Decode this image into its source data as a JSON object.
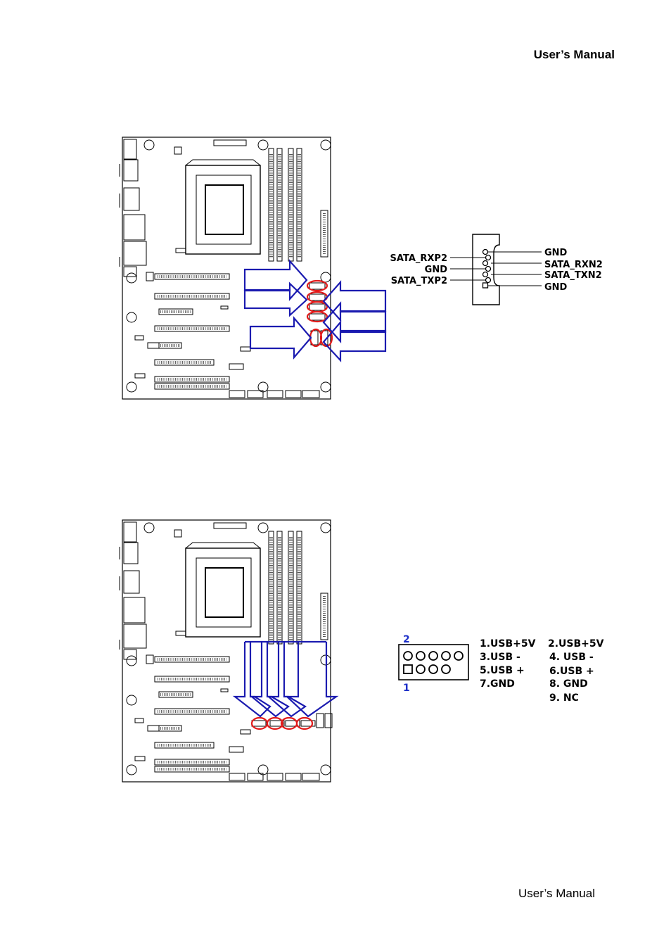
{
  "header": {
    "title": "User’s  Manual"
  },
  "footer": {
    "title": "User’s  Manual"
  },
  "sata_connector": {
    "left_pins": [
      "SATA_RXP2",
      "GND",
      "SATA_TXP2"
    ],
    "right_pins": [
      "GND",
      "SATA_RXN2",
      "SATA_TXN2",
      "GND"
    ]
  },
  "usb_header": {
    "pin2_label": "2",
    "pin1_label": "1",
    "col1": [
      "1.USB+5V",
      "3.USB -",
      "5.USB +",
      "7.GND"
    ],
    "col2": [
      "2.USB+5V",
      "4. USB -",
      "6.USB +",
      "8. GND",
      "9. NC"
    ]
  },
  "colors": {
    "arrow": "#1b1bb0",
    "highlight": "#e21a1a"
  }
}
